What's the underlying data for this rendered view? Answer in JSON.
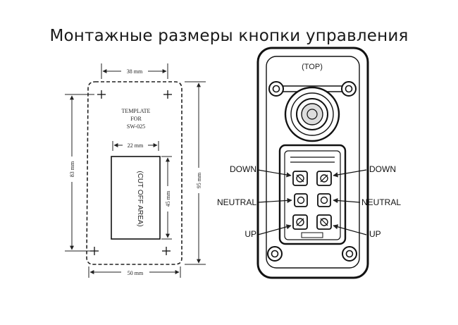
{
  "title": "Монтажные размеры кнопки управления",
  "template": {
    "dim_top": "38 mm",
    "dim_left": "83 mm",
    "dim_right": "95 mm",
    "dim_bottom": "50 mm",
    "dim_inner_top": "22 mm",
    "dim_inner_right": "45 mm",
    "template_line1": "TEMPLATE",
    "template_line2": "FOR",
    "template_line3": "SW-025",
    "cutout_label": "(CUT OFF AREA)"
  },
  "device": {
    "top_label": "(TOP)",
    "labels": {
      "down_left": "DOWN",
      "down_right": "DOWN",
      "neutral_left": "NEUTRAL",
      "neutral_right": "NEUTRAL",
      "up_left": "UP",
      "up_right": "UP"
    }
  }
}
